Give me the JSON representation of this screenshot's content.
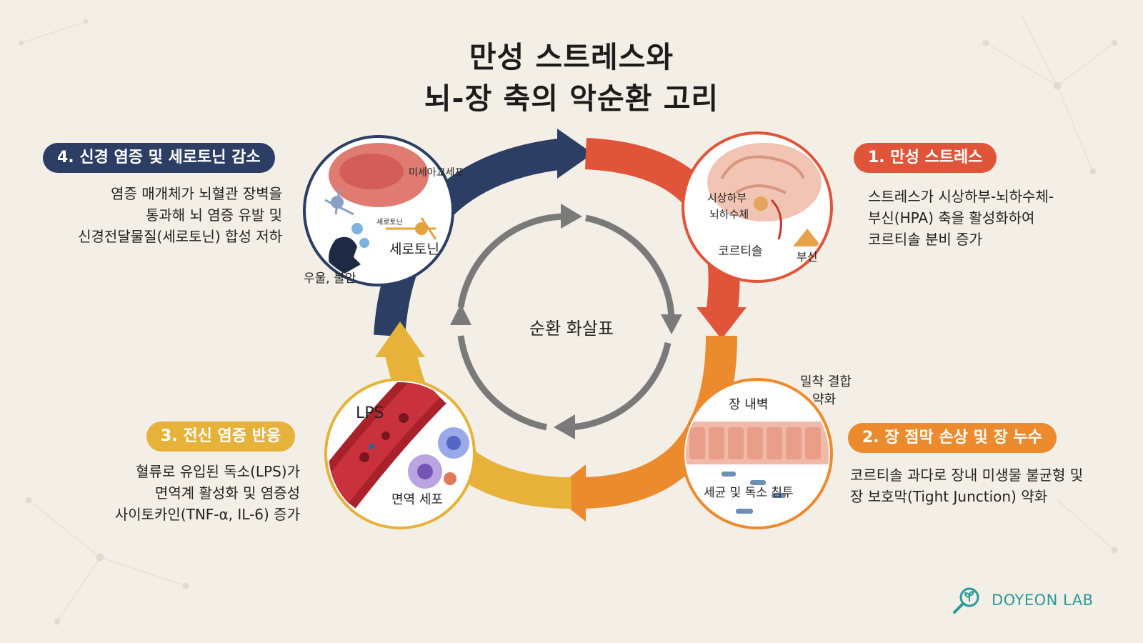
{
  "title": {
    "line1": "만성 스트레스와",
    "line2": "뇌-장 축의 악순환 고리"
  },
  "center_label": "순환 화살표",
  "steps": [
    {
      "label": "1. 만성 스트레스",
      "color": "#e0553a",
      "desc": [
        "스트레스가 시상하부-뇌하수체-",
        "부신(HPA) 축을 활성화하여",
        "코르티솔 분비 증가"
      ],
      "illustration_labels": [
        "시상하부",
        "뇌하수체",
        "코르티솔",
        "부신"
      ]
    },
    {
      "label": "2. 장 점막 손상 및 장 누수",
      "color": "#ec8a2e",
      "desc": [
        "코르티솔 과다로 장내 미생물 불균형 및",
        "장 보호막(Tight Junction) 약화"
      ],
      "illustration_labels": [
        "장 내벽",
        "밀착 결합",
        "약화",
        "세균 및 독소 침투"
      ]
    },
    {
      "label": "3. 전신 염증 반응",
      "color": "#e6b23a",
      "desc": [
        "혈류로 유입된 독소(LPS)가",
        "면역계 활성화 및 염증성",
        "사이토카인(TNF-α, IL-6) 증가"
      ],
      "illustration_labels": [
        "LPS",
        "면역 세포"
      ]
    },
    {
      "label": "4. 신경 염증 및 세로토닌 감소",
      "color": "#2c3e64",
      "desc": [
        "염증 매개체가 뇌혈관 장벽을",
        "통과해 뇌 염증 유발 및",
        "신경전달물질(세로토닌) 합성 저하"
      ],
      "illustration_labels": [
        "미세아교세포",
        "세로토닌",
        "세로토닌",
        "우울, 불안"
      ]
    }
  ],
  "brand": {
    "name": "DOYEON LAB",
    "icon": "magnifier-sprout-icon",
    "color": "#2a9a9a"
  },
  "colors": {
    "background": "#f3efe6",
    "navy": "#2c3e64",
    "red": "#e0553a",
    "orange": "#ec8a2e",
    "yellow": "#e6b23a",
    "inner_arrows": "#7a7a7a"
  }
}
